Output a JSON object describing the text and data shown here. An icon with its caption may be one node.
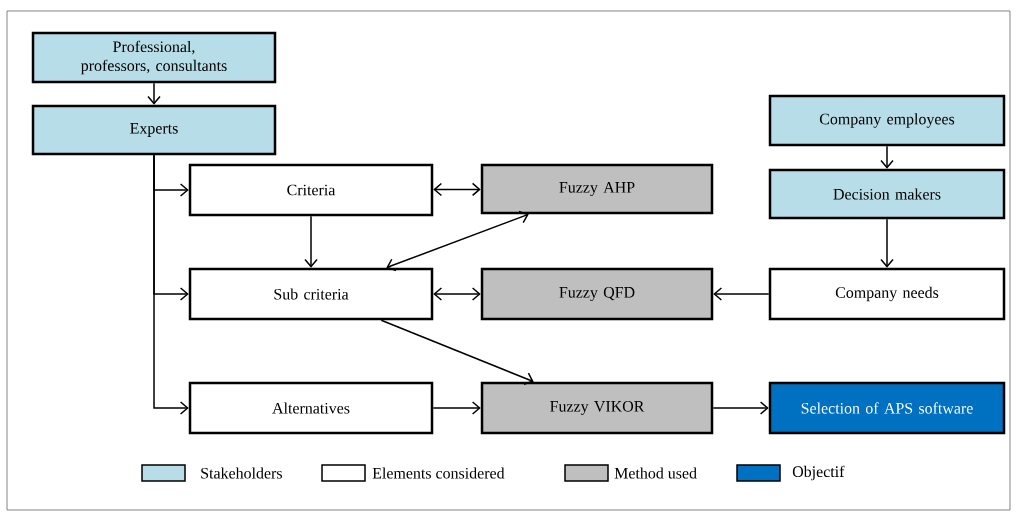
{
  "diagram": {
    "nodes": [
      {
        "text": [
          "Professional, professors, consultants"
        ]
      },
      {
        "text": [
          "Experts"
        ]
      },
      {
        "text": [
          "Criteria"
        ]
      },
      {
        "text": [
          "Sub criteria"
        ]
      },
      {
        "text": [
          "Alternatives"
        ]
      },
      {
        "text": [
          "Fuzzy AHP"
        ]
      },
      {
        "text": [
          "Fuzzy QFD"
        ]
      },
      {
        "text": [
          "Fuzzy VIKOR"
        ]
      },
      {
        "text": [
          "Company employees"
        ]
      },
      {
        "text": [
          "Decision makers"
        ]
      },
      {
        "text": [
          "Company needs"
        ]
      },
      {
        "text": [
          "Selection of APS software"
        ]
      }
    ],
    "edges": [
      {
        "from": 0,
        "to": 1,
        "arrow": "to"
      },
      {
        "from": 1,
        "to": 2,
        "arrow": "to"
      },
      {
        "from": 1,
        "to": 3,
        "arrow": "to"
      },
      {
        "from": 1,
        "to": 4,
        "arrow": "to"
      },
      {
        "from": 2,
        "to": 5,
        "arrow": "both"
      },
      {
        "from": 2,
        "to": 3,
        "arrow": "to"
      },
      {
        "from": 5,
        "to": 3,
        "arrow": "both"
      },
      {
        "from": 3,
        "to": 6,
        "arrow": "both"
      },
      {
        "from": 3,
        "to": 7,
        "arrow": "to"
      },
      {
        "from": 4,
        "to": 7,
        "arrow": "to"
      },
      {
        "from": 8,
        "to": 9,
        "arrow": "to"
      },
      {
        "from": 9,
        "to": 10,
        "arrow": "to"
      },
      {
        "from": 10,
        "to": 6,
        "arrow": "to"
      },
      {
        "from": 7,
        "to": 11,
        "arrow": "to"
      }
    ],
    "legend": [
      {
        "text": "Stakeholders",
        "color": "#b7dde8"
      },
      {
        "text": "Elements considered"
      },
      {
        "text": "Method used",
        "color": "#bfbfbf"
      },
      {
        "text": "Objectif",
        "color": "#0070c0"
      }
    ]
  }
}
